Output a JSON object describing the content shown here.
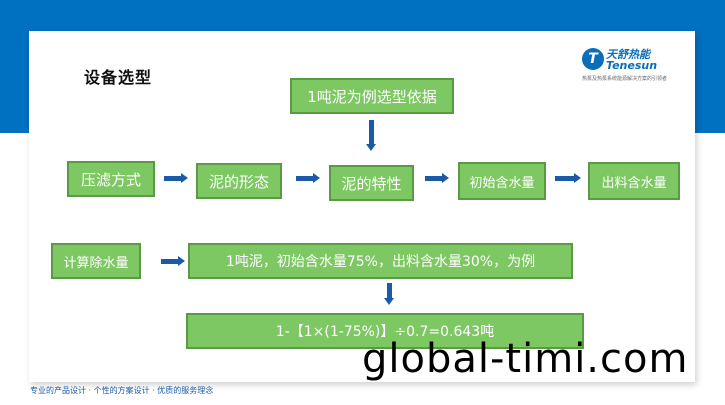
{
  "slide": {
    "title": "设备选型",
    "logo": {
      "mark": "T",
      "name_cn": "天舒热能",
      "name_en": "Tenesun",
      "tagline": "热泵及热泵系统能源解决方案的引领者"
    },
    "top_box": "1吨泥为例选型依据",
    "flow": [
      "压滤方式",
      "泥的形态",
      "泥的特性",
      "初始含水量",
      "出料含水量"
    ],
    "calc": {
      "label": "计算除水量",
      "premise": "1吨泥，初始含水量75%，出料含水量30%，为例",
      "formula": "1-【1×(1-75%)】÷0.7=0.643吨"
    },
    "footer": "专业的产品设计 · 个性的方案设计 · 优质的服务理念",
    "watermark": "global-timi.com"
  },
  "colors": {
    "header_blue": "#0070c0",
    "box_green": "#7dc863",
    "box_border": "#5a9a45",
    "arrow_blue": "#1a5aa8"
  }
}
